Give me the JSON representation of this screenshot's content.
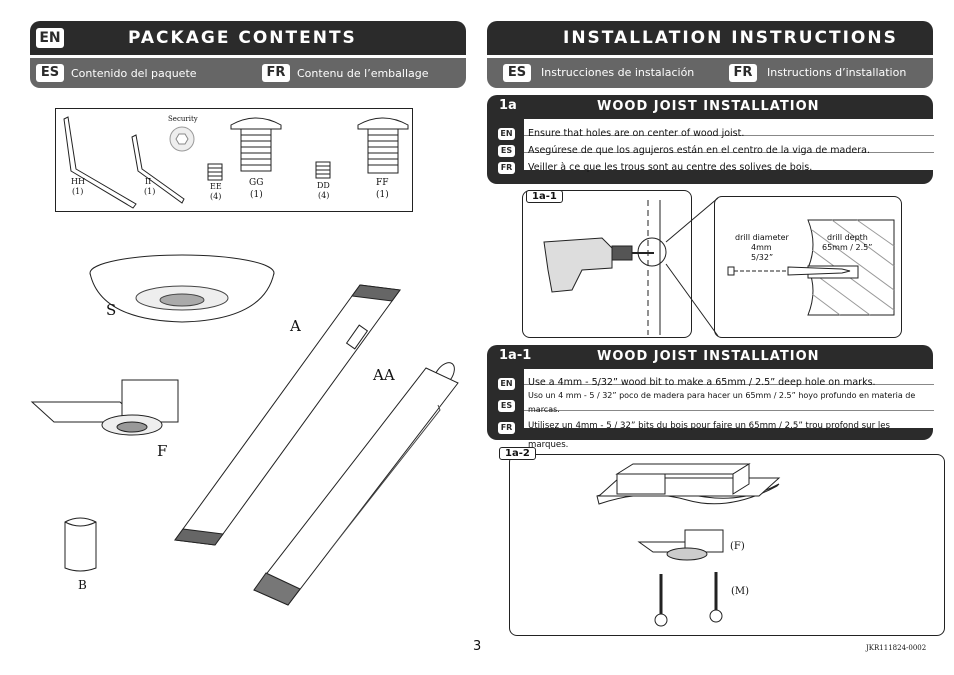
{
  "left": {
    "lang_en": "EN",
    "title": "PACKAGE CONTENTS",
    "lang_es": "ES",
    "es_text": "Contenido del paquete",
    "lang_fr": "FR",
    "fr_text": "Contenu de l’emballage",
    "parts": {
      "security": "Security",
      "hh": "HH",
      "hh_qty": "(1)",
      "ii": "II",
      "ii_qty": "(1)",
      "ee": "EE",
      "ee_qty": "(4)",
      "gg": "GG",
      "gg_qty": "(1)",
      "dd": "DD",
      "dd_qty": "(4)",
      "ff": "FF",
      "ff_qty": "(1)"
    },
    "labels": {
      "s": "S",
      "a": "A",
      "aa": "AA",
      "f": "F",
      "b": "B"
    }
  },
  "right": {
    "title": "INSTALLATION INSTRUCTIONS",
    "lang_es": "ES",
    "es_text": "Instrucciones de instalación",
    "lang_fr": "FR",
    "fr_text": "Instructions d’installation",
    "step1": {
      "num": "1a",
      "title": "WOOD JOIST INSTALLATION",
      "rows": [
        {
          "lang": "EN",
          "text": "Ensure that holes are on center of wood joist."
        },
        {
          "lang": "ES",
          "text": "Asegúrese de que los agujeros están en el centro de la viga de madera."
        },
        {
          "lang": "FR",
          "text": "Veiller à ce que les trous sont au centre des solives de bois."
        }
      ]
    },
    "fig1": {
      "tag": "1a-1",
      "drill_diameter": "drill diameter",
      "dia_mm": "4mm",
      "dia_in": "5/32”",
      "drill_depth": "drill depth",
      "depth_val": "65mm / 2.5”"
    },
    "step2": {
      "num": "1a-1",
      "title": "WOOD JOIST INSTALLATION",
      "rows": [
        {
          "lang": "EN",
          "text": "Use a 4mm - 5/32” wood bit to make a 65mm / 2.5” deep hole on marks."
        },
        {
          "lang": "ES",
          "text": "Uso un 4 mm - 5 / 32” poco de madera para hacer un 65mm / 2.5” hoyo profundo en materia de marcas."
        },
        {
          "lang": "FR",
          "text": "Utilisez un 4mm - 5 / 32” bits du bois pour faire un 65mm / 2.5” trou profond sur les marques."
        }
      ]
    },
    "fig2": {
      "tag": "1a-2",
      "f_label": "(F)",
      "m_label": "(M)"
    }
  },
  "footer": {
    "page": "3",
    "code": "JKR111824-0002"
  }
}
